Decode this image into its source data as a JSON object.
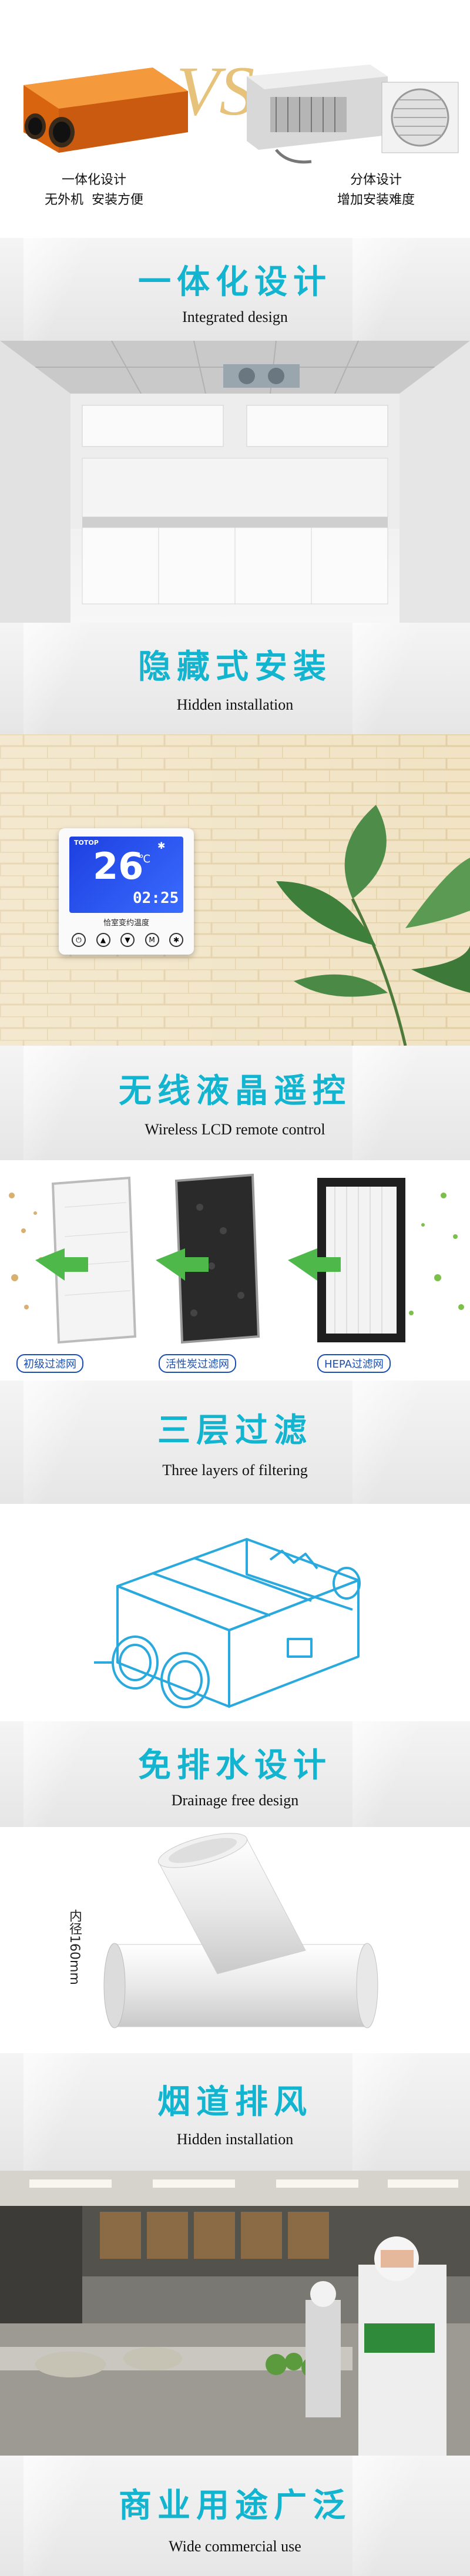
{
  "compare": {
    "vs_text": "VS",
    "left_caption": "一体化设计\n无外机  安装方便",
    "right_caption": "分体设计\n增加安装难度"
  },
  "sections": [
    {
      "cn": "一体化设计",
      "en": "Integrated design"
    },
    {
      "cn": "隐藏式安装",
      "en": "Hidden installation"
    },
    {
      "cn": "无线液晶遥控",
      "en": "Wireless LCD remote control"
    },
    {
      "cn": "三层过滤",
      "en": "Three layers of filtering"
    },
    {
      "cn": "免排水设计",
      "en": "Drainage free design"
    },
    {
      "cn": "烟道排风",
      "en": "Hidden installation"
    },
    {
      "cn": "商业用途广泛",
      "en": "Wide commercial use"
    }
  ],
  "thermostat": {
    "brand": "TOTOP",
    "temp": "26",
    "unit": "℃",
    "time": "02:25",
    "label": "恰室变约温度"
  },
  "filters": [
    {
      "label": "初级过滤网"
    },
    {
      "label": "活性炭过滤网"
    },
    {
      "label": "HEPA过滤网"
    }
  ],
  "pipe": {
    "label": "内径160mm"
  },
  "colors": {
    "accent": "#12b4cf",
    "device": "#e8701c",
    "filter_label": "#1a4fb0"
  }
}
